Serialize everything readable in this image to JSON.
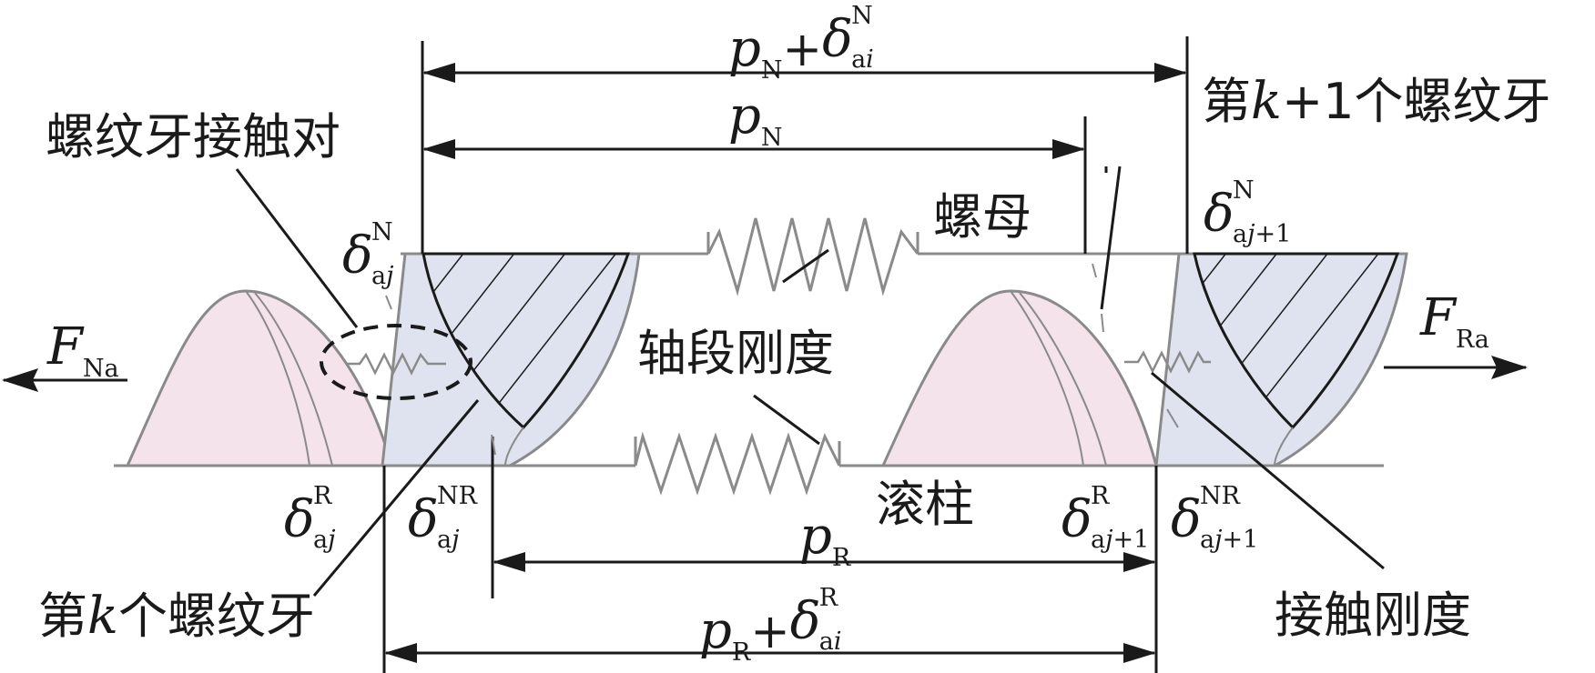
{
  "labels": {
    "top_dim": "p_N+δ_ai^N",
    "pN": "p",
    "pN_sub": "N",
    "pNd_p": "p",
    "pNd_sub": "N",
    "pNd_plus": "+",
    "pNd_delta": "δ",
    "pNd_sup": "N",
    "pNd_low": "ai",
    "pRd_p": "p",
    "pRd_sub": "R",
    "pRd_plus": "+",
    "pRd_delta": "δ",
    "pRd_sup": "R",
    "pRd_low": "ai",
    "pR": "p",
    "pR_sub": "R",
    "thread_pair": "螺纹牙接触对",
    "kplus1_pre": "第",
    "kplus1_k": "k",
    "kplus1_post": "+1个螺纹牙",
    "nut": "螺母",
    "shaft_stiffness": "轴段刚度",
    "roller": "滚柱",
    "k_pre": "第",
    "k_k": "k",
    "k_post": "个螺纹牙",
    "contact_stiffness": "接触刚度",
    "FNa_F": "F",
    "FNa_sub": "Na",
    "FRa_F": "F",
    "FRa_sub": "Ra",
    "d_ajN_b": "δ",
    "d_ajN_u": "N",
    "d_ajN_l": "aj",
    "d_aj1N_b": "δ",
    "d_aj1N_u": "N",
    "d_aj1N_l": "aj+1",
    "d_ajR_b": "δ",
    "d_ajR_u": "R",
    "d_ajR_l": "aj",
    "d_ajNR_b": "δ",
    "d_ajNR_u": "NR",
    "d_ajNR_l": "aj",
    "d_aj1R_b": "δ",
    "d_aj1R_u": "R",
    "d_aj1R_l": "aj+1",
    "d_aj1NR_b": "δ",
    "d_aj1NR_u": "NR",
    "d_aj1NR_l": "aj+1"
  },
  "colors": {
    "nut_fill": "#dfe3ef",
    "roller_fill": "#f4e3ea",
    "line": "#1a1a1a",
    "outline": "#8a8a8a"
  }
}
